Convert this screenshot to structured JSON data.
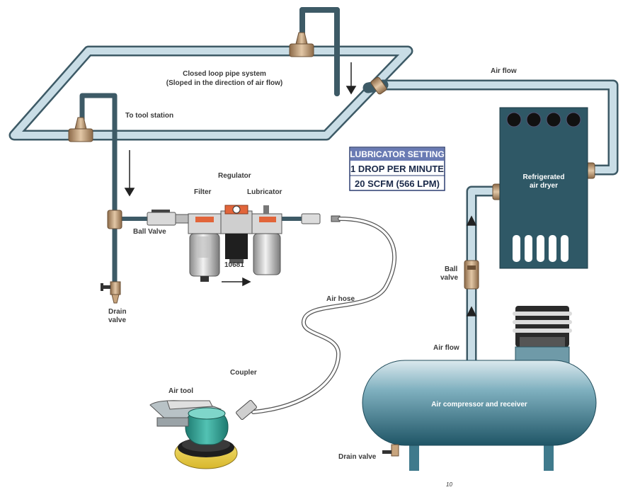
{
  "labels": {
    "closed_loop_1": "Closed loop pipe system",
    "closed_loop_2": "(Sloped in the direction of air flow)",
    "to_tool_station": "To tool station",
    "air_flow_top": "Air flow",
    "regulator": "Regulator",
    "filter": "Filter",
    "lubricator": "Lubricator",
    "ball_valve_left": "Ball Valve",
    "part_number": "10681",
    "drain_valve_left_1": "Drain",
    "drain_valve_left_2": "valve",
    "air_hose": "Air hose",
    "coupler": "Coupler",
    "air_tool": "Air tool",
    "refrigerated_1": "Refrigerated",
    "refrigerated_2": "air dryer",
    "ball_valve_right_1": "Ball",
    "ball_valve_right_2": "valve",
    "air_flow_right": "Air flow",
    "compressor": "Air compressor and receiver",
    "drain_valve_bottom": "Drain valve",
    "page_number": "10"
  },
  "lubricator_setting": {
    "title": "LUBRICATOR SETTING",
    "rows": [
      "1 DROP PER MINUTE",
      "20 SCFM (566 LPM)"
    ]
  },
  "colors": {
    "pipe_outer": "#3d5a66",
    "pipe_inner": "#c9dde6",
    "dryer": "#2f5866",
    "compressor": "#3f7a8c",
    "fitting": "#c4a27c",
    "box_header": "#6a7bb4",
    "tool_green": "#2f9a8e"
  }
}
